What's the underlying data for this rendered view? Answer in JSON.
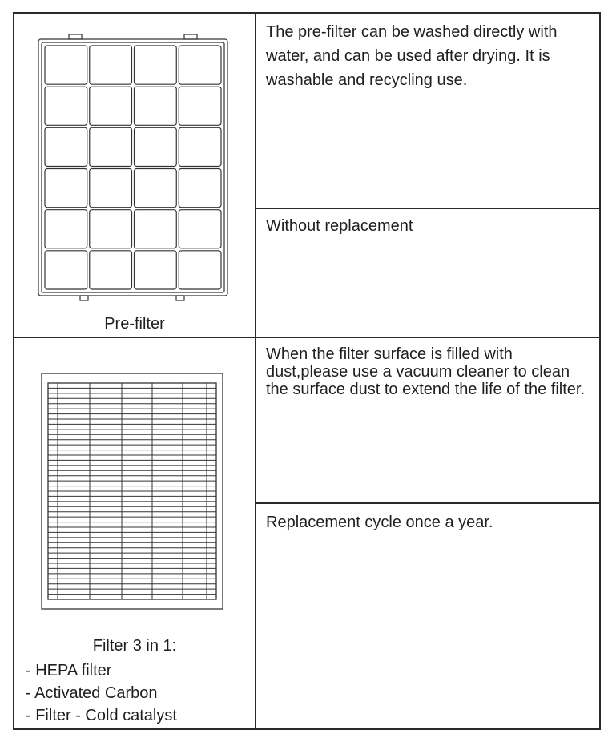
{
  "prefilter": {
    "description": "The pre-filter can be washed directly with water, and can be used after drying. It is washable and recycling use.",
    "replacement": "Without replacement",
    "caption": "Pre-filter"
  },
  "combo_filter": {
    "description": "When the filter surface is filled with dust,please use a vacuum cleaner to clean the surface dust to extend the life of the filter.",
    "replacement": "Replacement cycle once a year.",
    "caption": "Filter 3 in 1:",
    "components": [
      "- HEPA filter",
      "- Activated Carbon",
      "- Filter - Cold catalyst"
    ]
  }
}
